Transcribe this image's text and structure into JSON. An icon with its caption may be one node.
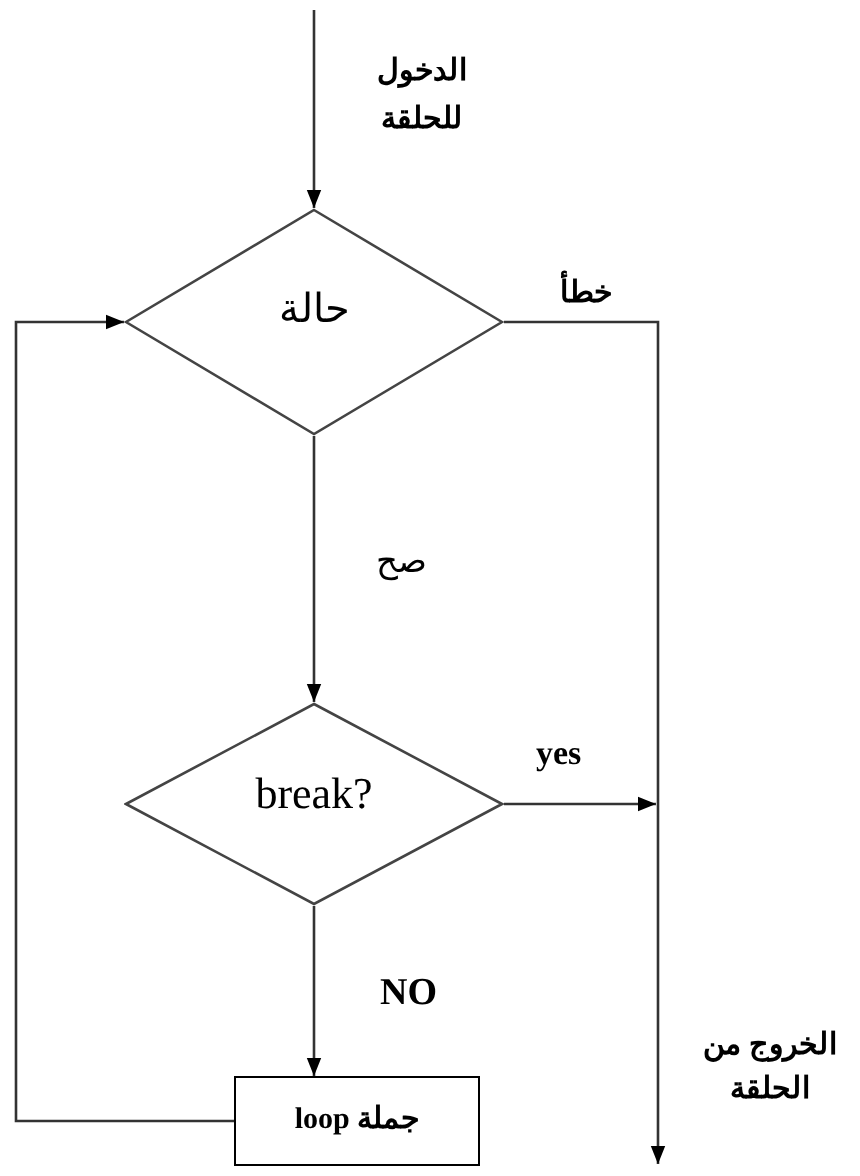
{
  "diagram": {
    "nodes": [
      {
        "text": [
          "حالة"
        ]
      },
      {
        "text": [
          "break?"
        ]
      },
      {
        "text": [
          "جملة loop"
        ]
      }
    ],
    "edges": [
      {
        "from": null,
        "to": 0,
        "arrow": "to",
        "label": "الدخول للحلقة"
      },
      {
        "from": 0,
        "to": null,
        "arrow": "to",
        "label": "خطأ"
      },
      {
        "from": 0,
        "to": 1,
        "arrow": "to",
        "label": "صح"
      },
      {
        "from": 1,
        "to": null,
        "arrow": "to",
        "label": "yes"
      },
      {
        "from": 1,
        "to": 2,
        "arrow": "to",
        "label": "NO"
      },
      {
        "from": 2,
        "to": 0,
        "arrow": "to"
      }
    ],
    "labels": [
      "الخروج من الحلقة"
    ]
  }
}
